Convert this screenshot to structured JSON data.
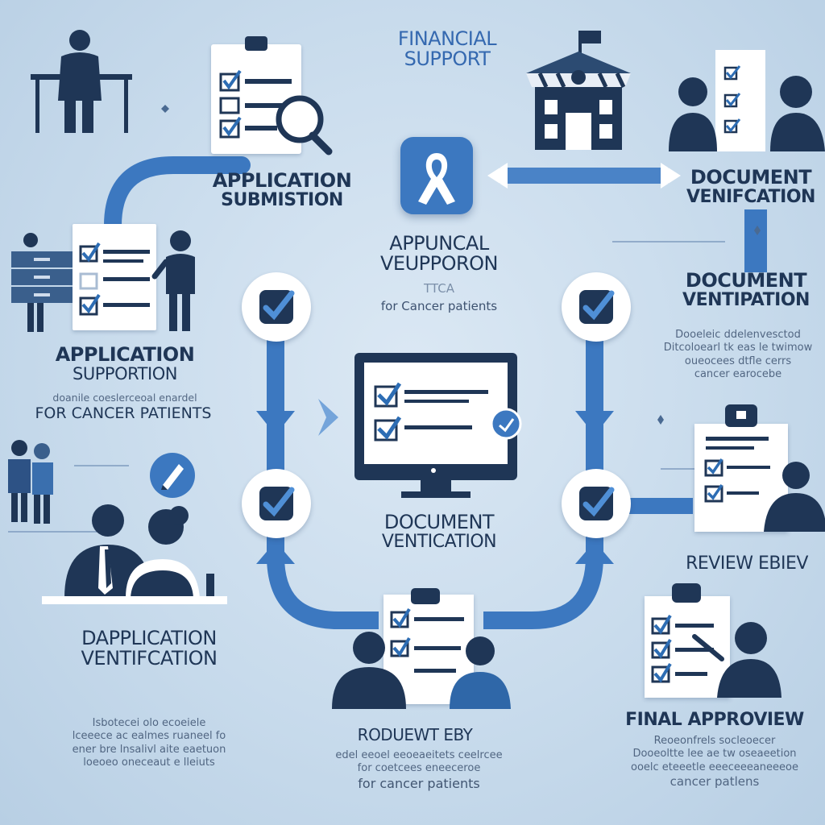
{
  "colors": {
    "navy": "#1f3656",
    "blue": "#3c78c0",
    "light_blue": "#5b94d3",
    "paper": "#ffffff",
    "bg": "#c9dced"
  },
  "header": {
    "title_line1": "FINANCIAL",
    "title_line2": "SUPPORT"
  },
  "center": {
    "title_line1": "APPUNCAL",
    "title_line2": "VEUPPORON",
    "caption_faded": "TTCA",
    "caption": "for Cancer patients",
    "ribbon_icon": "awareness-ribbon-icon"
  },
  "steps": {
    "application_submission": {
      "line1": "APPLICATION",
      "line2": "SUBMISTION"
    },
    "document_verification_top": {
      "line1": "DOCUMENT",
      "line2": "VENIFCATION"
    },
    "document_verification_right": {
      "line1": "DOCUMENT",
      "line2": "VENTIPATION",
      "desc1": "Dooeleic ddelenvesctod",
      "desc2": "Ditcoloearl tk eas le twimow",
      "desc3": "oueocees dtfle cerrs",
      "desc4": "cancer earocebe"
    },
    "application_support": {
      "line1": "APPLICATION",
      "line2": "SUPPORTION",
      "desc1": "doanile coeslerceoal enardel",
      "desc2": "FOR CANCER PATIENTS"
    },
    "document_verification_center": {
      "line1": "DOCUMENT",
      "line2": "VENTICATION"
    },
    "review": {
      "label": "REVIEW EBIEV"
    },
    "application_verification": {
      "line1": "DAPPLICATION",
      "line2": "VENTIFCATION",
      "desc1": "Isbotecei olo ecoeiele",
      "desc2": "lceeece ac ealmes ruaneel fo",
      "desc3": "ener bre lnsalivl aite eaetuon",
      "desc4": "loeoeo oneceaut e lleiuts"
    },
    "request": {
      "label": "RODUEWT EBY",
      "desc1": "edel eeoel eeoeaeitets ceelrcee",
      "desc2": "for coetcees eneeceroe",
      "desc3": "for cancer patients"
    },
    "final_approval": {
      "label": "FINAL APPROVIEW",
      "desc1": "Reoeonfrels socleoecer",
      "desc2": "Dooeoltte lee ae tw oseaeetion",
      "desc3": "ooelc eteeetle eeeceeeaneeeoe",
      "desc4": "cancer patlens"
    }
  }
}
